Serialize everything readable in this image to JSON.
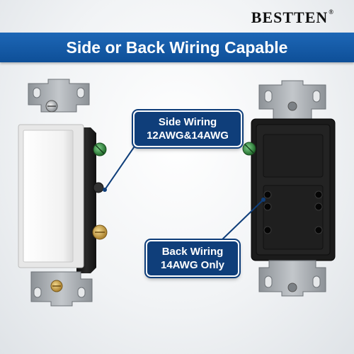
{
  "brand": {
    "name": "BESTTEN",
    "mark": "®"
  },
  "banner": {
    "title": "Side or Back Wiring Capable"
  },
  "callouts": {
    "side": {
      "line1": "Side Wiring",
      "line2": "12AWG&14AWG"
    },
    "back": {
      "line1": "Back Wiring",
      "line2": "14AWG Only"
    }
  },
  "colors": {
    "banner": "#0e4f98",
    "callout": "#0f3e7a",
    "switch_face": "#f4f4f4",
    "switch_body": "#1e1e1e",
    "strap": "#a9aeb3",
    "screw_brass": "#c9a24a",
    "screw_green": "#2f8a3c"
  }
}
